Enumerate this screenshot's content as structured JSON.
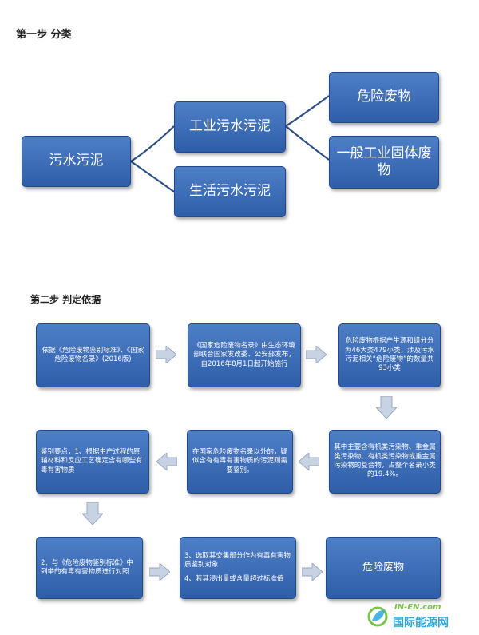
{
  "step1": {
    "title": "第一步 分类",
    "root": "污水污泥",
    "industrial": "工业污水污泥",
    "domestic": "生活污水污泥",
    "hazardous": "危险废物",
    "general_solid": "一般工业固体废物"
  },
  "step2": {
    "title": "第二步 判定依据",
    "box1": "依据《危险废物鉴别标准》、《国家危险废物名录》(2016版)",
    "box2": "《国家危险废物名录》由生态环境部联合国家发改委、公安部发布，自2016年8月1日起开始施行",
    "box3": "危险废物根据产生源和组分分为46大类479小类，涉及污水污泥相关“危险废物”的数量共93小类",
    "box4": "其中主要含有机类污染物、重金属类污染物、有机类污染物或重金属污染物的复合物，占整个名录小类的19.4%。",
    "box5": "在国家危险废物名录以外的，疑似含有有毒有害物质的污泥则需要鉴别。",
    "box6": "鉴别要点，1、根据生产过程的原辅材料和反应工艺确定含有哪些有毒有害物质",
    "box7": "2、与《危险废物鉴别标准》中列举的有毒有害物质进行对照",
    "box8_a": "3、选取其交集部分作为有毒有害物质鉴别对象",
    "box8_b": "4、若其浸出量或含量超过标准值",
    "box9": "危险废物"
  },
  "watermark": {
    "site": "IN-EN.com",
    "name": "国际能源网"
  },
  "colors": {
    "box_top": "#4d7fc7",
    "box_bottom": "#2f5ea8",
    "connector": "#2c4f86",
    "arrow_fill": "#c7d2e3",
    "watermark_blue": "#29a7e1",
    "watermark_green": "#7cc24b"
  }
}
